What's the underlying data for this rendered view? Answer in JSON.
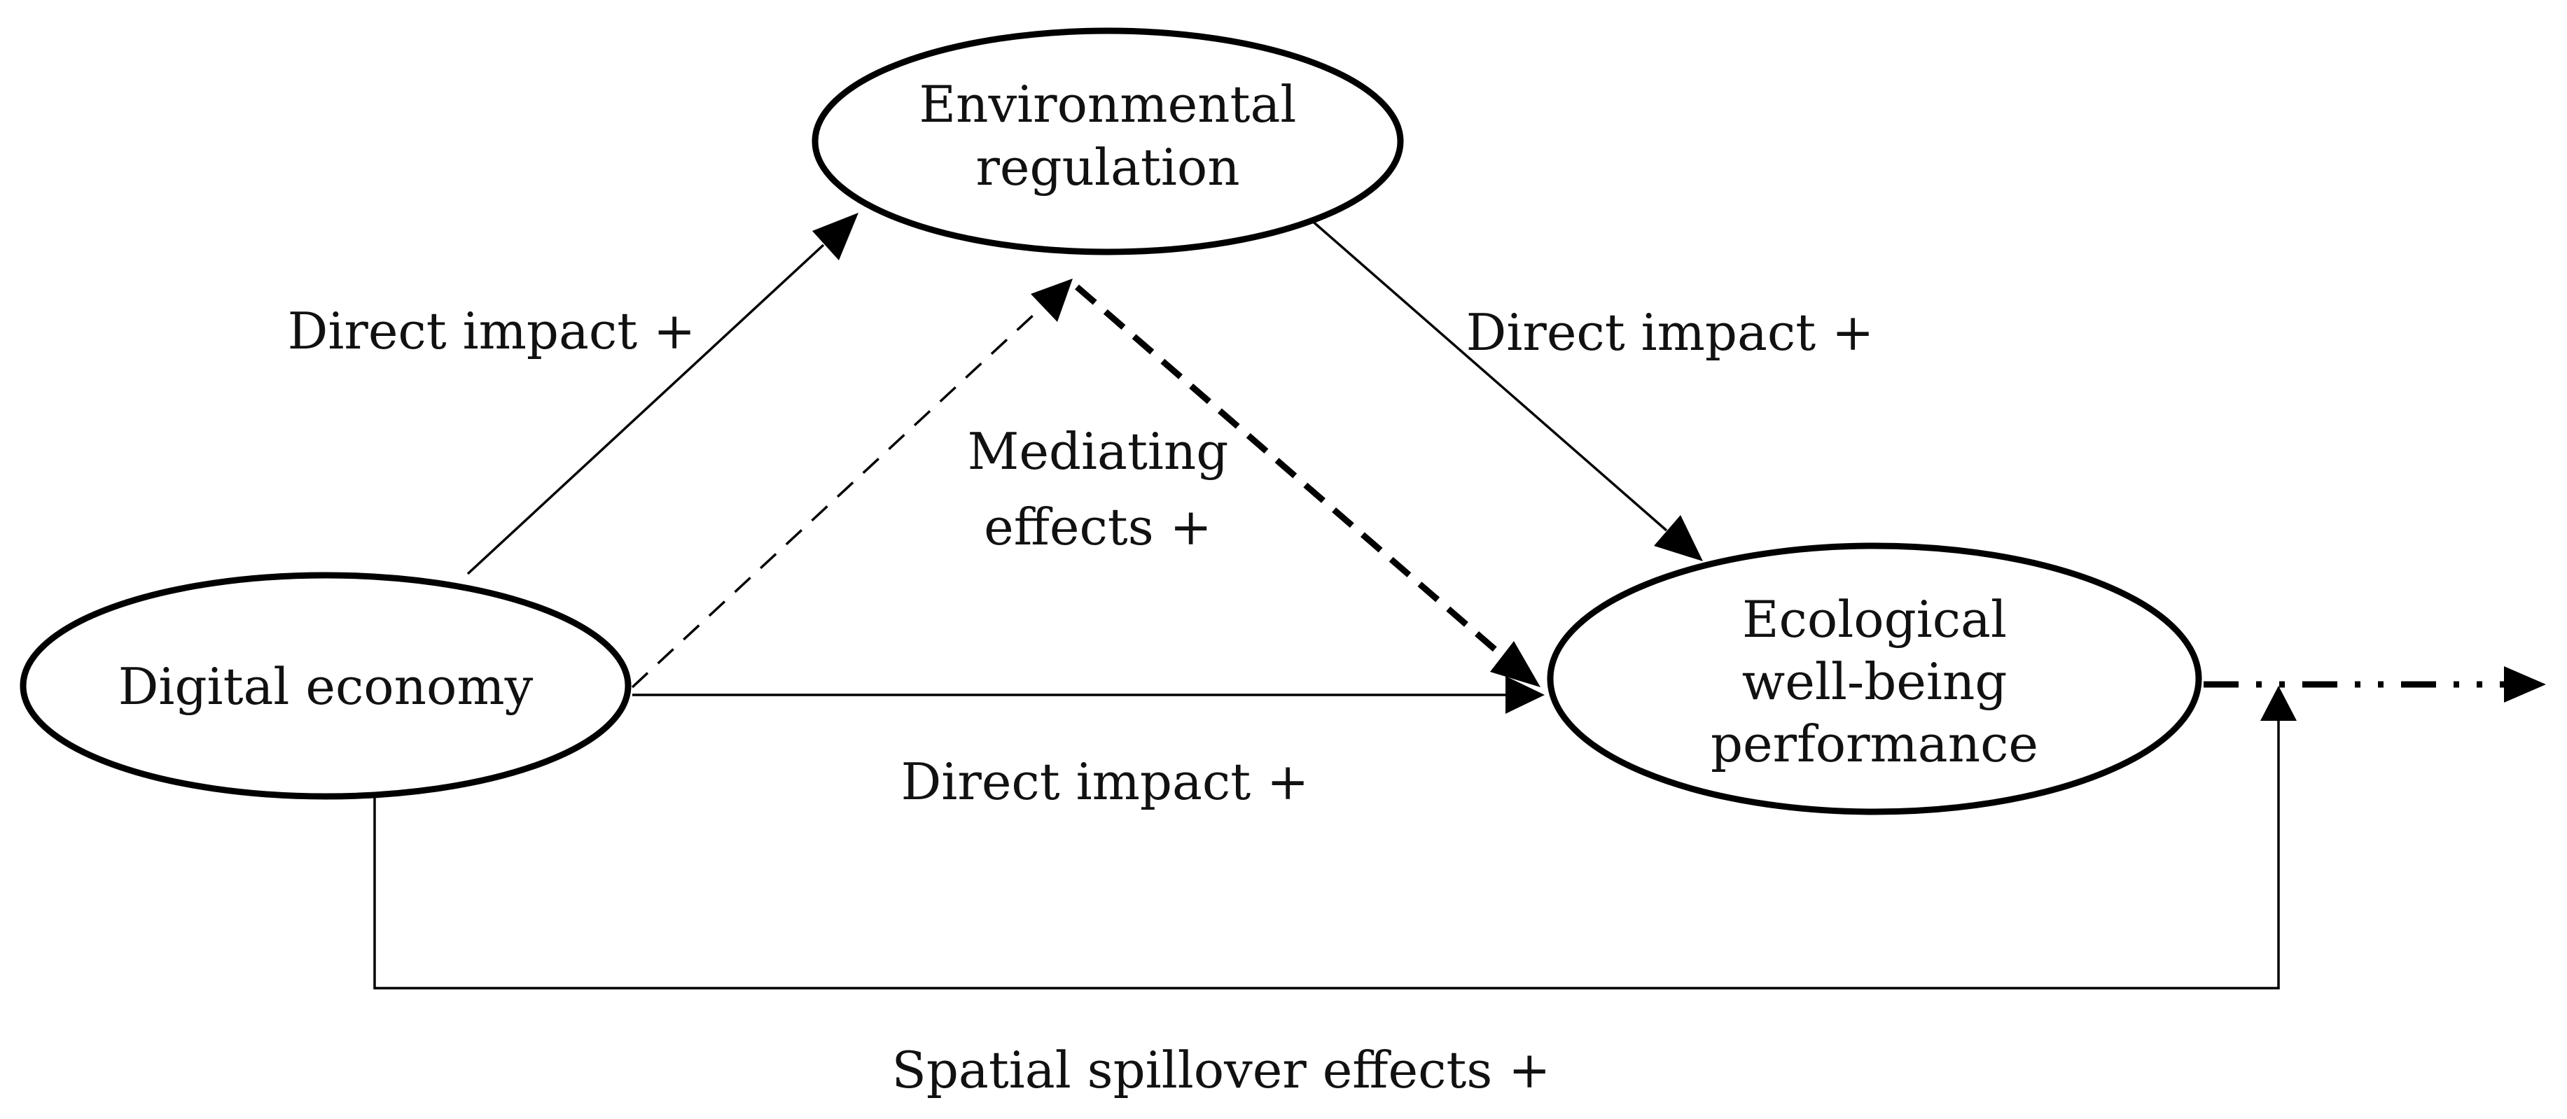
{
  "nodes": {
    "environmental_regulation": {
      "lines": [
        "Environmental",
        "regulation"
      ]
    },
    "digital_economy": {
      "lines": [
        "Digital economy"
      ]
    },
    "ecological_performance": {
      "lines": [
        "Ecological",
        "well-being",
        "performance"
      ]
    }
  },
  "edges": {
    "de_to_er": {
      "label": "Direct impact +"
    },
    "er_to_ep": {
      "label": "Direct impact +"
    },
    "mediating": {
      "label": [
        "Mediating",
        "effects +"
      ]
    },
    "de_to_ep": {
      "label": "Direct impact +"
    },
    "spillover": {
      "label": "Spatial spillover effects +"
    }
  }
}
